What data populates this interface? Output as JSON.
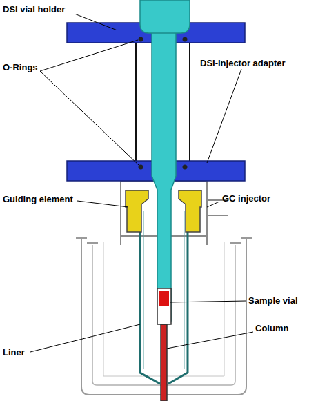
{
  "diagram": {
    "labels": [
      "DSI vial holder",
      "O-Rings",
      "DSI-Injector adapter",
      "Guiding element",
      "GC injector",
      "Sample vial",
      "Liner",
      "Column"
    ]
  }
}
